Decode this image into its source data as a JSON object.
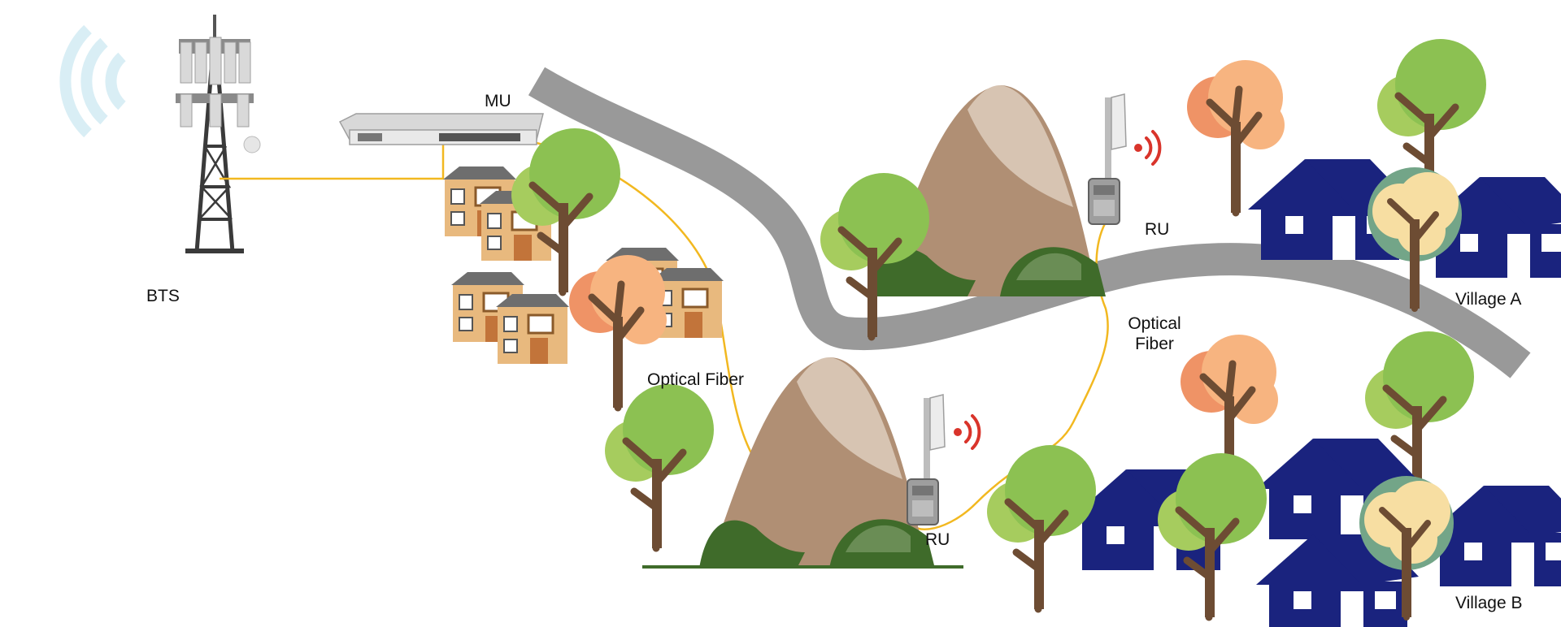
{
  "labels": {
    "bts": "BTS",
    "mu": "MU",
    "optical_fiber_left": "Optical Fiber",
    "ru_top": "RU",
    "optical_fiber_right_line1": "Optical",
    "optical_fiber_right_line2": "Fiber",
    "ru_bottom": "RU",
    "village_a": "Village A",
    "village_b": "Village B"
  },
  "colors": {
    "fiber": "#f2b820",
    "road": "#999999",
    "house": "#1a237e",
    "tree_green": "#8cc152",
    "tree_green_dark": "#6fa33a",
    "tree_orange": "#f7b480",
    "tree_orange_dark": "#ef9366",
    "trunk": "#6d4c33",
    "mountain_brown": "#b08f74",
    "mountain_light": "#d7c4b2",
    "mountain_green": "#3f6b2a",
    "signal_red": "#d9342b",
    "wifi_pale": "#d9eef5"
  },
  "icons": [
    "cell-tower-icon",
    "multiplexer-unit-icon",
    "remote-unit-icon",
    "wireless-signal-icon",
    "house-icon",
    "tree-icon",
    "mountain-icon",
    "townhouse-icon"
  ]
}
